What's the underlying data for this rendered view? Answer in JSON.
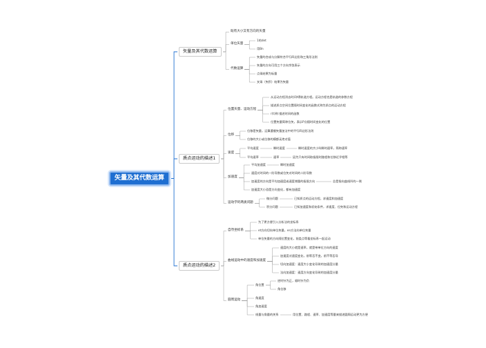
{
  "root": "矢量及其代数运算",
  "sections": [
    {
      "label": "矢量及其代数运算",
      "children": [
        {
          "label": "既有大小又有方向的矢量"
        },
        {
          "label": "单位矢量",
          "children": [
            "1的det",
            "用Bn"
          ]
        },
        {
          "label": "代数运算",
          "children": [
            "矢量的合成与分解符合平行四边形和三角形法则",
            "矢量的方向可用三个方向余弦表示",
            "点乘结果为标量",
            "叉乘（矢积）结果为矢量"
          ]
        }
      ]
    },
    {
      "label": "质点运动的描述1",
      "children": [
        {
          "label": "位置矢量、运动方程",
          "children": [
            "从运动方程消去时间t得轨道方程。运动方程也是轨道的参数方程",
            "描述质点空间位置随时间变化的函数式称为质点的运动方程",
            "r(t)称:描述时间的函数",
            "位置矢量简称位矢，表示P点随时间变化的位置"
          ]
        },
        {
          "label": "位移",
          "children": [
            "位移是矢量，运算遵循矢量加法中的平行四边形法则",
            "位移的大小或位移的模都无绝对值"
          ]
        },
        {
          "label": "速度",
          "children": [
            {
              "label": "平均速度",
              "detail": "瞬时速度",
              "note": "瞬时速度的大小叫瞬时速率，简称速率"
            },
            {
              "label": "平均速率",
              "detail": "速率",
              "note": "因为只有时间取极限时路程和位移近乎相等"
            }
          ]
        },
        {
          "label": "加速度",
          "children": [
            {
              "label": "平均加速度",
              "detail": "瞬时加速度"
            },
            {
              "label": "速度对时间的一阶导数或位矢对时间的二阶导数"
            },
            {
              "label": "加速度的方向是平均加速度或速度增量的极限方向",
              "detail": "总是指向曲线凹的一侧"
            },
            {
              "label": "加速度大小恐是方向变化，都有加速度"
            }
          ]
        },
        {
          "label": "运动学的两类问题",
          "children": [
            {
              "label": "微分问题",
              "detail": "已知质点的运动方程，求速度和加速度"
            },
            {
              "label": "积分问题",
              "detail": "已知加速度和初始条件，求速度、位矢和运动方程"
            }
          ]
        }
      ]
    },
    {
      "label": "质点运动的描述2",
      "children": [
        {
          "label": "自然坐标系",
          "children": [
            "为了更方便引入分析法的坐标系",
            "et方向切向单位矢量，en方法向单位矢量",
            "单位矢量的方向随位置变化，前类点等看坐标系一起运动"
          ]
        },
        {
          "label": "曲线运动中的速度和加速度",
          "children": [
            "速度的大小就是速率，就是带单位方向的速度",
            "加速度对速度变化，前等否不变，前不等否导",
            "切向加速度：速度大小变化导致的加速度分量",
            "法向加速度：速度方向变化导致的加速度分量"
          ]
        },
        {
          "label": "圆周运动",
          "children": [
            {
              "label": "角位置",
              "children": [
                "逆时针为正，顺时针为负",
                "角位移"
              ]
            },
            {
              "label": "角速度"
            },
            {
              "label": "角加速度"
            },
            {
              "label": "线量与角量的关系",
              "detail": "用位置、路程、速率、加速度等量来描述圆周运动更为方便"
            }
          ]
        }
      ]
    }
  ],
  "colors": {
    "root_bg": "#1f6fd1",
    "root_text": "#ffffff",
    "line": "#9a9a9a",
    "root_line": "#1f6fd1"
  }
}
